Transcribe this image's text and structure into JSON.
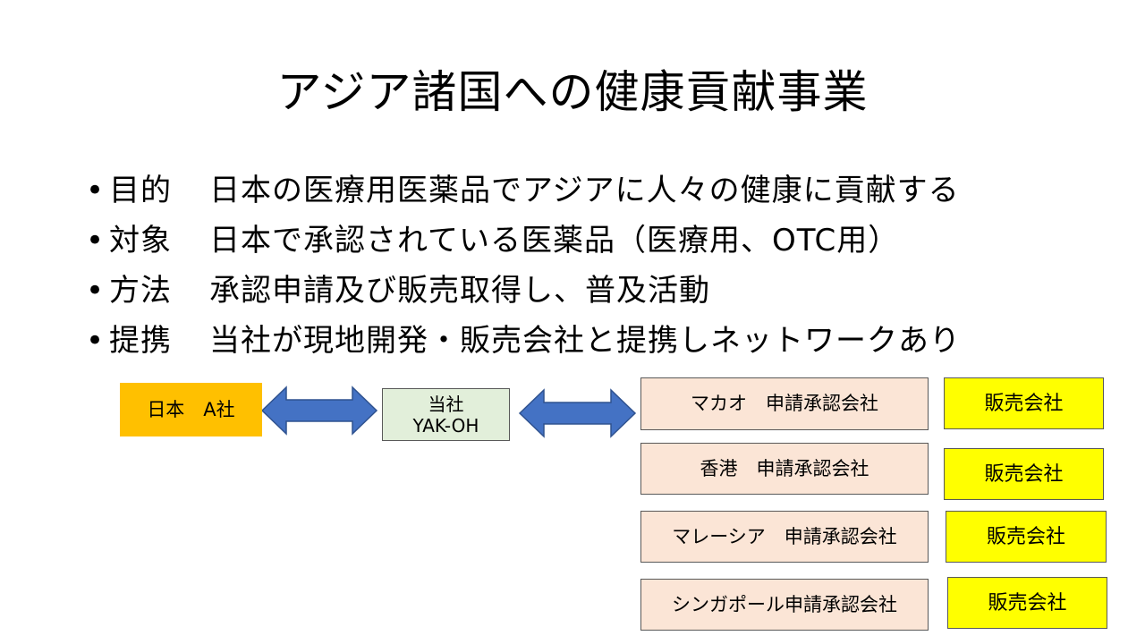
{
  "title": "アジア諸国への健康貢献事業",
  "bullets": [
    {
      "marker": "•",
      "key": "目的",
      "text": "日本の医療用医薬品でアジアに人々の健康に貢献する"
    },
    {
      "marker": "•",
      "key": "対象",
      "text": "日本で承認されている医薬品（医療用、OTC用）"
    },
    {
      "marker": "•",
      "key": "方法",
      "text": "承認申請及び販売取得し、普及活動"
    },
    {
      "marker": "•",
      "key": "提携",
      "text": "当社が現地開発・販売会社と提携しネットワークあり"
    }
  ],
  "diagram": {
    "japan_company": "日本　A社",
    "own_company": {
      "line1": "当社",
      "line2": "YAK-OH"
    },
    "approval_companies": [
      "マカオ　申請承認会社",
      "香港　申請承認会社",
      "マレーシア　申請承認会社",
      "シンガポール申請承認会社"
    ],
    "sales_companies": [
      "販売会社",
      "販売会社",
      "販売会社",
      "販売会社"
    ],
    "colors": {
      "japan_box": "#ffc000",
      "own_box": "#e2efda",
      "approval_box": "#fbe5d6",
      "sales_box": "#ffff00",
      "arrow_fill": "#4472c4",
      "arrow_stroke": "#2f528f"
    }
  }
}
